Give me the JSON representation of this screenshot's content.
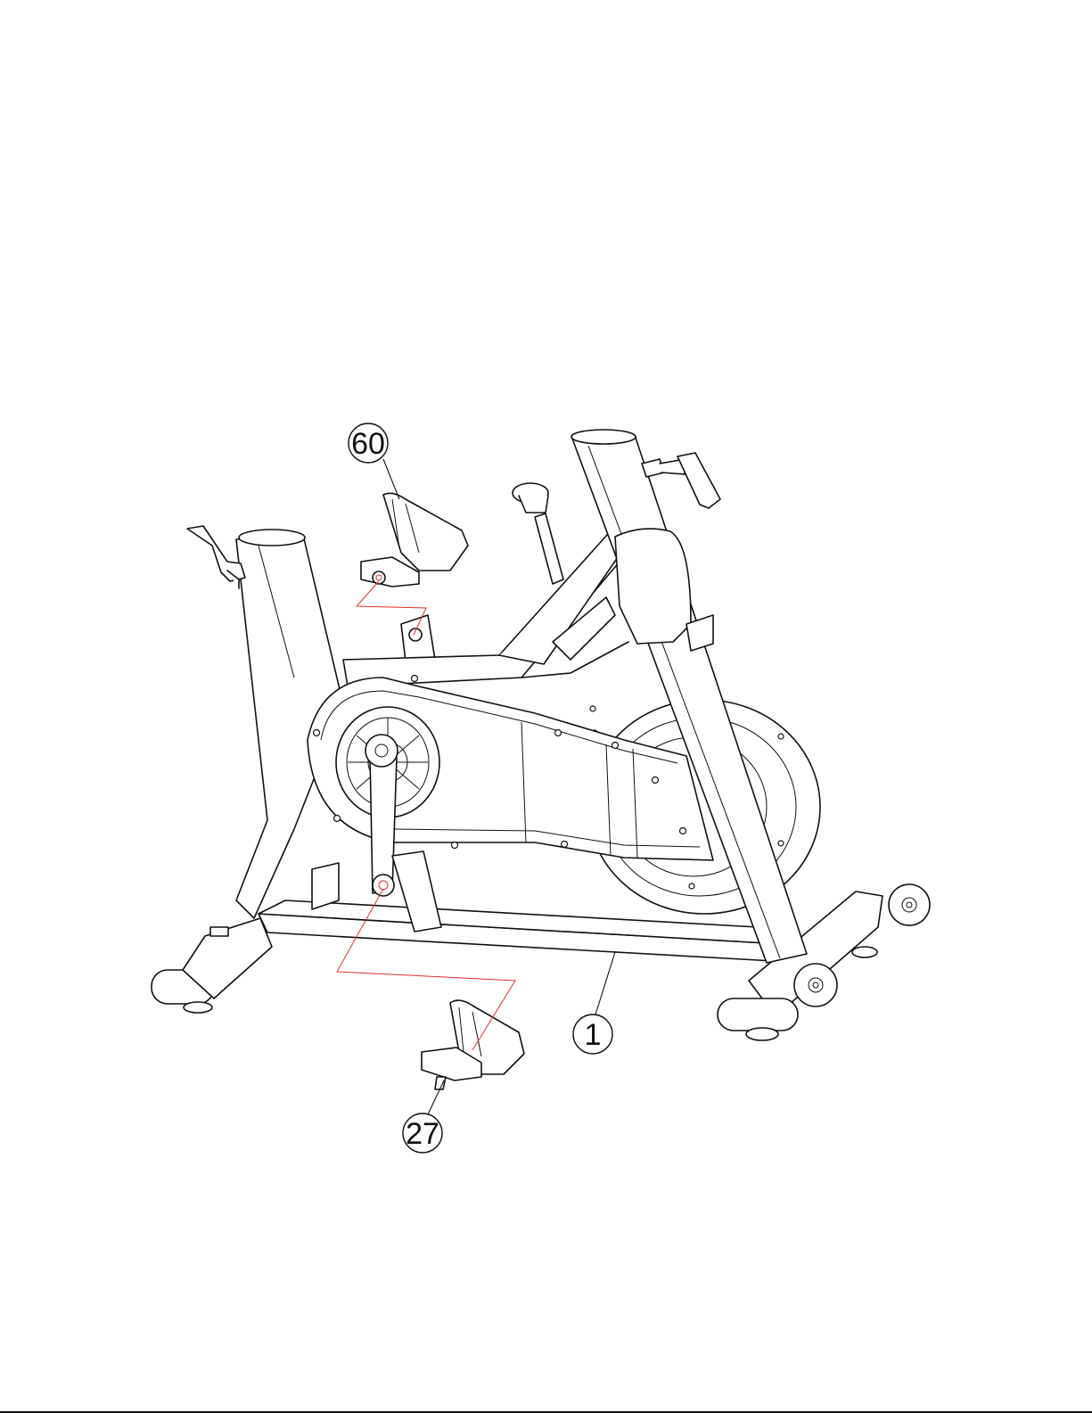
{
  "callouts": [
    {
      "id": "part-60",
      "label": "60"
    },
    {
      "id": "part-1",
      "label": "1"
    },
    {
      "id": "part-27",
      "label": "27"
    }
  ],
  "colors": {
    "line": "#111111",
    "assembly_path": "#e0312f",
    "background": "#ffffff"
  }
}
